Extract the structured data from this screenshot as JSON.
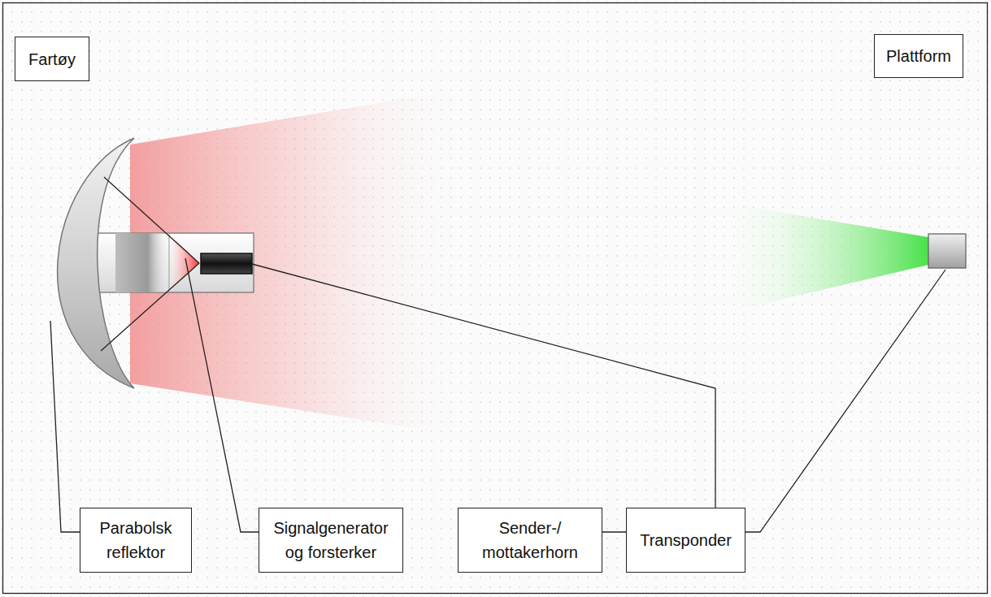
{
  "diagram": {
    "nodes": [
      {
        "text": [
          "Fartøy"
        ]
      },
      {
        "text": [
          "Plattform"
        ]
      },
      {
        "text": [
          "Parabolsk reflektor"
        ]
      },
      {
        "text": [
          "Signalgenerator og forsterker"
        ]
      },
      {
        "text": [
          "Sender-/ mottakerhorn"
        ]
      },
      {
        "text": [
          "Transponder"
        ]
      }
    ]
  }
}
